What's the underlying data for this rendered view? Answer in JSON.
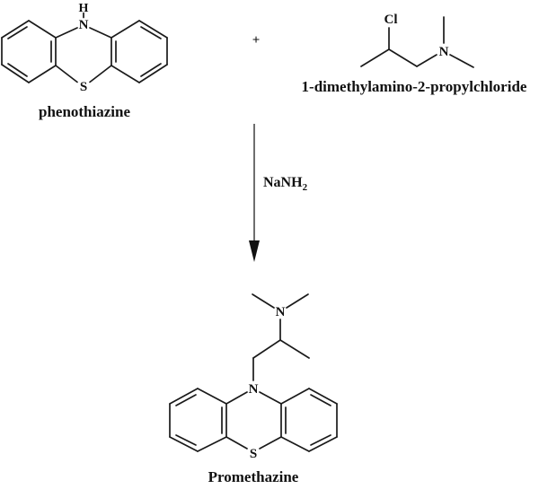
{
  "reaction": {
    "reactant1": {
      "label": "phenothiazine",
      "atom_h": "H",
      "atom_n": "N",
      "atom_s": "S"
    },
    "plus_sign": "+",
    "reactant2": {
      "label": "1-dimethylamino-2-propylchloride",
      "atom_cl": "Cl",
      "atom_n": "N"
    },
    "arrow": {
      "reagent": "NaNH",
      "reagent_subscript": "2"
    },
    "product": {
      "label": "Promethazine",
      "atom_n_amine": "N",
      "atom_n_ring": "N",
      "atom_s": "S"
    },
    "colors": {
      "ink": "#1a1a1a",
      "background": "#ffffff"
    }
  }
}
